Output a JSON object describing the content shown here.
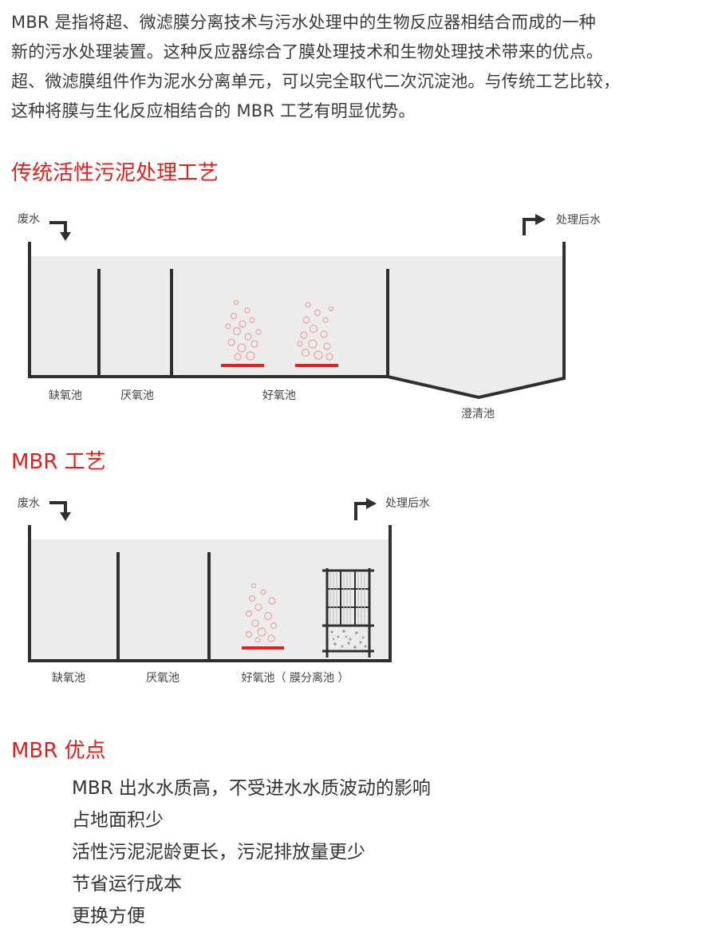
{
  "intro_lines": [
    "MBR 是指将超、微滤膜分离技术与污水处理中的生物反应器相结合而成的一种",
    "新的污水处理装置。这种反应器综合了膜处理技术和生物处理技术带来的优点。",
    "超、微滤膜组件作为泥水分离单元，可以完全取代二次沉淀池。与传统工艺比较，",
    "这种将膜与生化反应相结合的 MBR 工艺有明显优势。"
  ],
  "colors": {
    "accent": "#e2211c",
    "tank_wall": "#2f2f2f",
    "water": "#ececec",
    "bubble": "#e8a6a2",
    "text": "#333333"
  },
  "traditional": {
    "title": "传统活性污泥处理工艺",
    "inlet_label": "废水",
    "outlet_label": "处理后水",
    "zones": [
      "缺氧池",
      "厌氧池",
      "好氧池",
      "澄清池"
    ]
  },
  "mbr": {
    "title": "MBR 工艺",
    "inlet_label": "废水",
    "outlet_label": "处理后水",
    "zones": [
      "缺氧池",
      "厌氧池",
      "好氧池（ 膜分离池 ）"
    ]
  },
  "advantages": {
    "title": "MBR 优点",
    "items": [
      "MBR 出水水质高，不受进水水质波动的影响",
      "占地面积少",
      "活性污泥泥龄更长，污泥排放量更少",
      "节省运行成本",
      "更换方便"
    ]
  },
  "icons": [
    "inlet-arrow-icon",
    "outlet-arrow-icon",
    "aeration-bubbles-icon",
    "membrane-module-icon"
  ]
}
